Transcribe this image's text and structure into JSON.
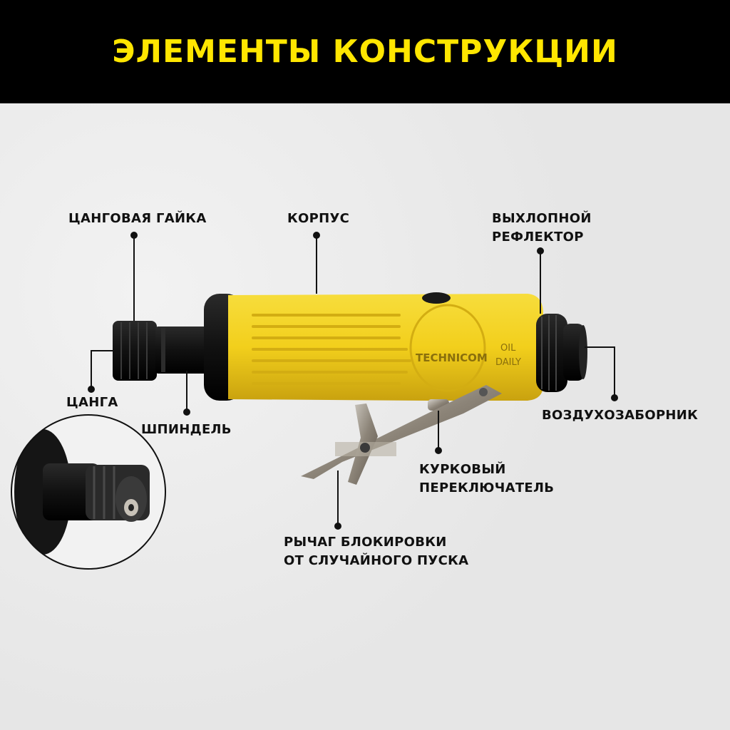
{
  "header": {
    "title": "ЭЛЕМЕНТЫ КОНСТРУКЦИИ"
  },
  "tool": {
    "brand": "TECHNICOM",
    "marking_line1": "OIL",
    "marking_line2": "DAILY"
  },
  "labels": {
    "collet_nut": "ЦАНГОВАЯ ГАЙКА",
    "body": "КОРПУС",
    "exhaust_line1": "ВЫХЛОПНОЙ",
    "exhaust_line2": "РЕФЛЕКТОР",
    "collet": "ЦАНГА",
    "spindle": "ШПИНДЕЛЬ",
    "air_inlet": "ВОЗДУХОЗАБОРНИК",
    "trigger_line1": "КУРКОВЫЙ",
    "trigger_line2": "ПЕРЕКЛЮЧАТЕЛЬ",
    "safety_line1": "РЫЧАГ БЛОКИРОВКИ",
    "safety_line2": "ОТ СЛУЧАЙНОГО ПУСКА"
  },
  "colors": {
    "accent": "#ffe600",
    "body_yellow": "#f4d21f",
    "black": "#111111"
  }
}
